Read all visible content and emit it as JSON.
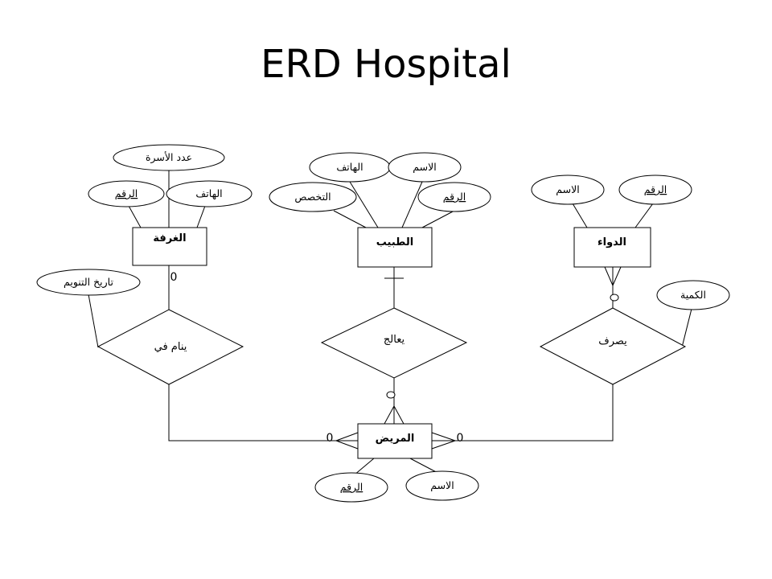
{
  "title": "ERD Hospital",
  "entities": {
    "room": "الغرفة",
    "doctor": "الطبيب",
    "medicine": "الدواء",
    "patient": "المريض"
  },
  "relationships": {
    "stays_in": "ينام في",
    "treats": "يعالج",
    "dispenses": "يصرف"
  },
  "attributes": {
    "room_beds": "عدد الأسرة",
    "room_id": "الرقم",
    "room_phone": "الهاتف",
    "stays_date": "تاريخ التنويم",
    "doctor_phone": "الهاتف",
    "doctor_name": "الاسم",
    "doctor_specialty": "التخصص",
    "doctor_id": "الرقم",
    "medicine_name": "الاسم",
    "medicine_id": "الرقم",
    "dispense_qty": "الكمية",
    "patient_id": "الرقم",
    "patient_name": "الاسم"
  },
  "cardinalities": {
    "room_side": "0",
    "patient_left": "0",
    "patient_right": "0"
  }
}
